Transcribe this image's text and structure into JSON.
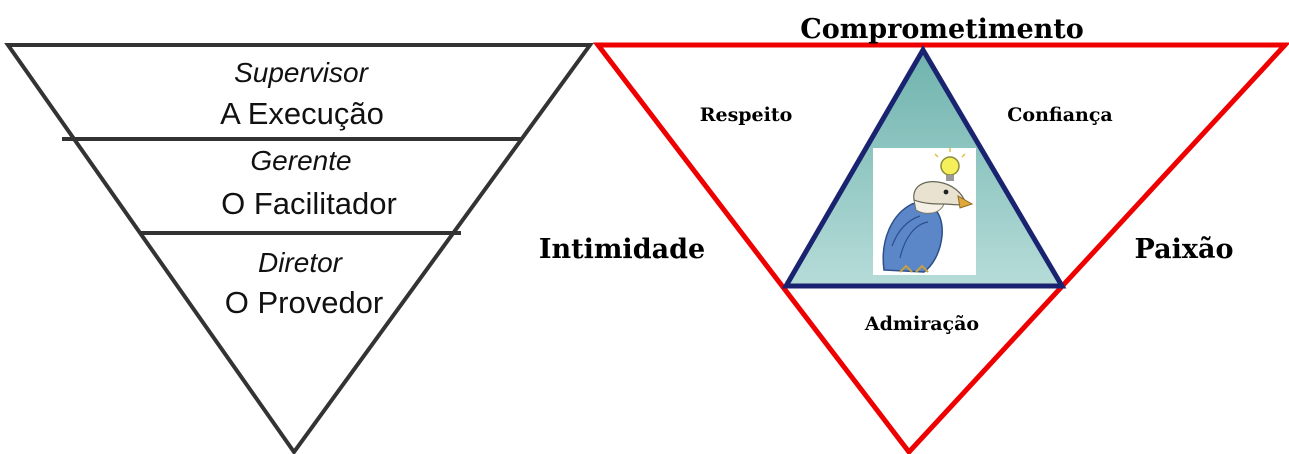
{
  "left_pyramid": {
    "levels": [
      {
        "role": "Supervisor",
        "function": "A Execução"
      },
      {
        "role": "Gerente",
        "function": "O Facilitador"
      },
      {
        "role": "Diretor",
        "function": "O Provedor"
      }
    ],
    "stroke_color": "#333333"
  },
  "right_triangle": {
    "outer_top_label": "Comprometimento",
    "outer_left_label": "Intimidade",
    "outer_right_label": "Paixão",
    "inner_left_label": "Respeito",
    "inner_right_label": "Confiança",
    "inner_bottom_label": "Admiração",
    "outer_stroke_color": "#ee0000",
    "inner_stroke_color": "#1a2370",
    "inner_fill_color": "#8cc4c0",
    "illustration": "eagle-with-lightbulb-icon"
  }
}
